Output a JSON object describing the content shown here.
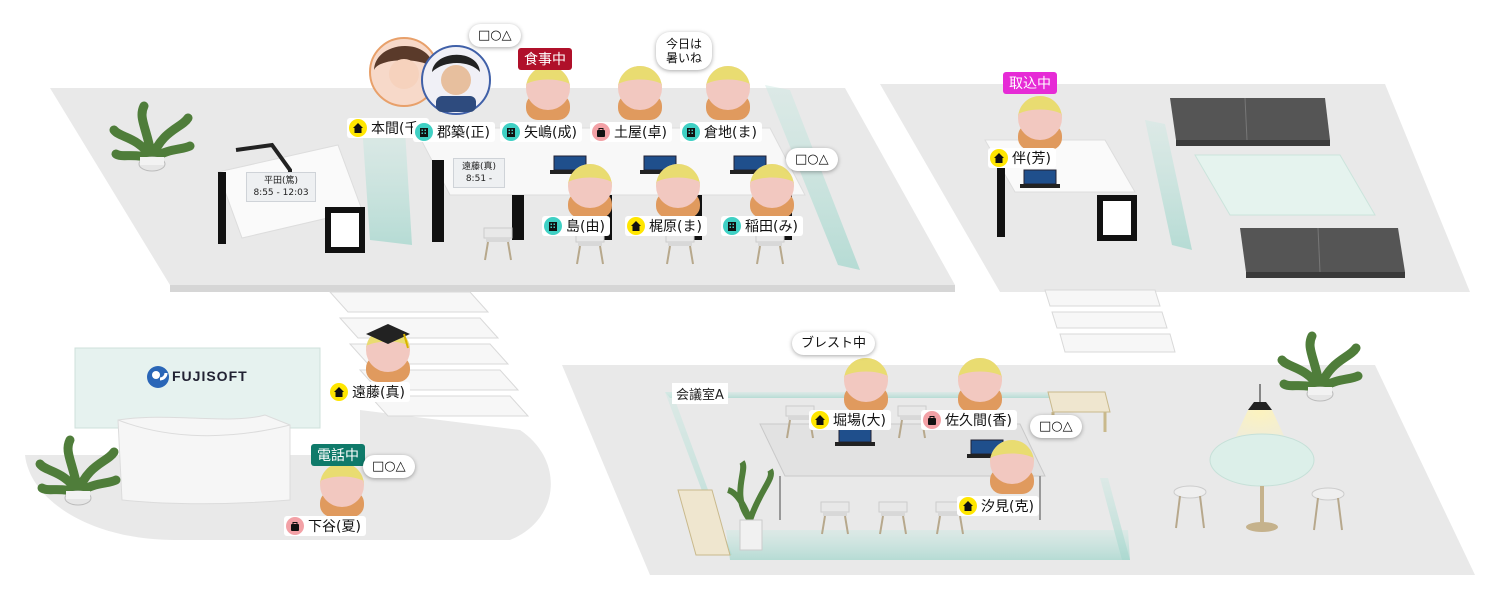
{
  "brand": {
    "name": "FUJISOFT"
  },
  "rooms": {
    "meeting_room_a": "会議室A"
  },
  "desk_cards": [
    {
      "name": "平田(篤)",
      "time": "8:55 - 12:03"
    },
    {
      "name": "遠藤(真)",
      "time": "8:51 -"
    }
  ],
  "statuses": {
    "eating": "食事中",
    "capturing": "取込中",
    "on_phone": "電話中"
  },
  "bubbles": {
    "top_left": "□○△",
    "hot_day": "今日は\n暑いね",
    "desk_right": "□○△",
    "break": "ブレスト中",
    "meeting": "□○△",
    "reception": "□○△"
  },
  "people": [
    {
      "name": "本間(千)",
      "loc": "home"
    },
    {
      "name": "郡築(正)",
      "loc": "office"
    },
    {
      "name": "矢嶋(成)",
      "loc": "office"
    },
    {
      "name": "土屋(卓)",
      "loc": "out"
    },
    {
      "name": "倉地(ま)",
      "loc": "office"
    },
    {
      "name": "島(由)",
      "loc": "office"
    },
    {
      "name": "梶原(ま)",
      "loc": "home"
    },
    {
      "name": "稲田(み)",
      "loc": "office"
    },
    {
      "name": "伴(芳)",
      "loc": "home"
    },
    {
      "name": "遠藤(真)",
      "loc": "home"
    },
    {
      "name": "下谷(夏)",
      "loc": "out"
    },
    {
      "name": "堀場(大)",
      "loc": "home"
    },
    {
      "name": "佐久間(香)",
      "loc": "out"
    },
    {
      "name": "汐見(克)",
      "loc": "home"
    }
  ],
  "colors": {
    "eating": "#b0102a",
    "capturing": "#e62bd6",
    "on_phone": "#0f7a6a",
    "home_icon": "#ffe600",
    "office_icon": "#3fd0c4",
    "out_icon": "#f3a1a6"
  },
  "icons": {
    "home": "home-icon",
    "office": "building-icon",
    "out": "bag-icon"
  }
}
